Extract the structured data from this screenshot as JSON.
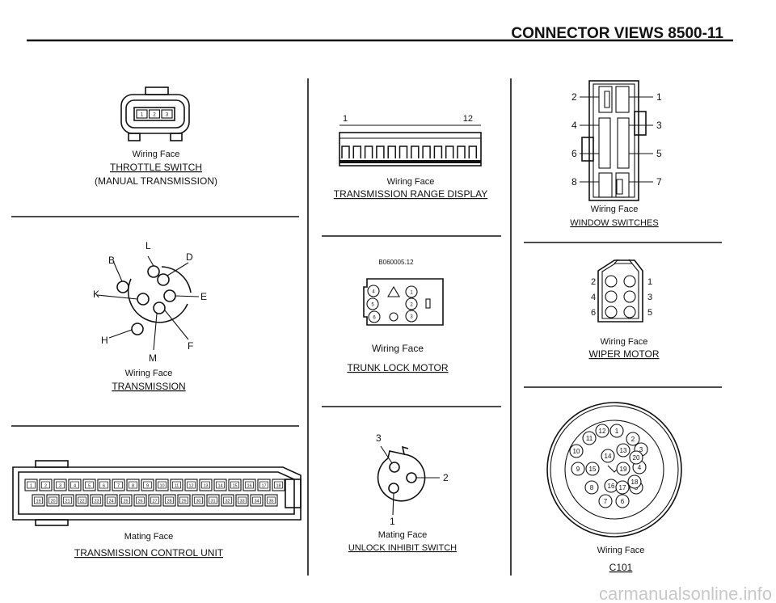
{
  "header": {
    "title": "CONNECTOR VIEWS 8500-11"
  },
  "throttle_switch": {
    "face": "Wiring Face",
    "name": "THROTTLE SWITCH",
    "note": "(MANUAL TRANSMISSION)",
    "pins": [
      "1",
      "2",
      "3"
    ]
  },
  "transmission": {
    "face": "Wiring Face",
    "name": "TRANSMISSION",
    "pins": [
      "B",
      "L",
      "D",
      "K",
      "E",
      "H",
      "F",
      "M"
    ]
  },
  "transmission_control_unit": {
    "face": "Mating Face",
    "name": "TRANSMISSION CONTROL UNIT",
    "top_pins": [
      "1",
      "2",
      "3",
      "4",
      "5",
      "6",
      "7",
      "8",
      "9",
      "10",
      "11",
      "12",
      "13",
      "14",
      "15",
      "16",
      "17",
      "18"
    ],
    "bottom_pins": [
      "19",
      "20",
      "21",
      "22",
      "23",
      "24",
      "25",
      "26",
      "27",
      "28",
      "29",
      "30",
      "31",
      "32",
      "33",
      "34",
      "35"
    ]
  },
  "range_display": {
    "face": "Wiring Face",
    "name": "TRANSMISSION RANGE DISPLAY",
    "pin_first": "1",
    "pin_last": "12"
  },
  "trunk_lock_motor": {
    "code": "B060005.12",
    "face": "Wiring Face",
    "name": "TRUNK LOCK MOTOR",
    "pins": [
      "4",
      "1",
      "5",
      "2",
      "6",
      "3"
    ]
  },
  "unlock_inhibit": {
    "face": "Mating Face",
    "name": "UNLOCK INHIBIT SWITCH",
    "pins": [
      "3",
      "2",
      "1"
    ]
  },
  "window_switches": {
    "face": "Wiring Face",
    "name": "WINDOW SWITCHES",
    "left_pins": [
      "2",
      "4",
      "6",
      "8"
    ],
    "right_pins": [
      "1",
      "3",
      "5",
      "7"
    ]
  },
  "wiper_motor": {
    "face": "Wiring Face",
    "name": "WIPER MOTOR",
    "left_pins": [
      "2",
      "4",
      "6"
    ],
    "right_pins": [
      "1",
      "3",
      "5"
    ]
  },
  "c101": {
    "face": "Wiring Face",
    "name": "C101",
    "pins": [
      "1",
      "2",
      "3",
      "4",
      "5",
      "6",
      "7",
      "8",
      "9",
      "10",
      "11",
      "12",
      "13",
      "14",
      "15",
      "16",
      "17",
      "18",
      "19",
      "20"
    ]
  },
  "watermark": "carmanualsonline.info"
}
